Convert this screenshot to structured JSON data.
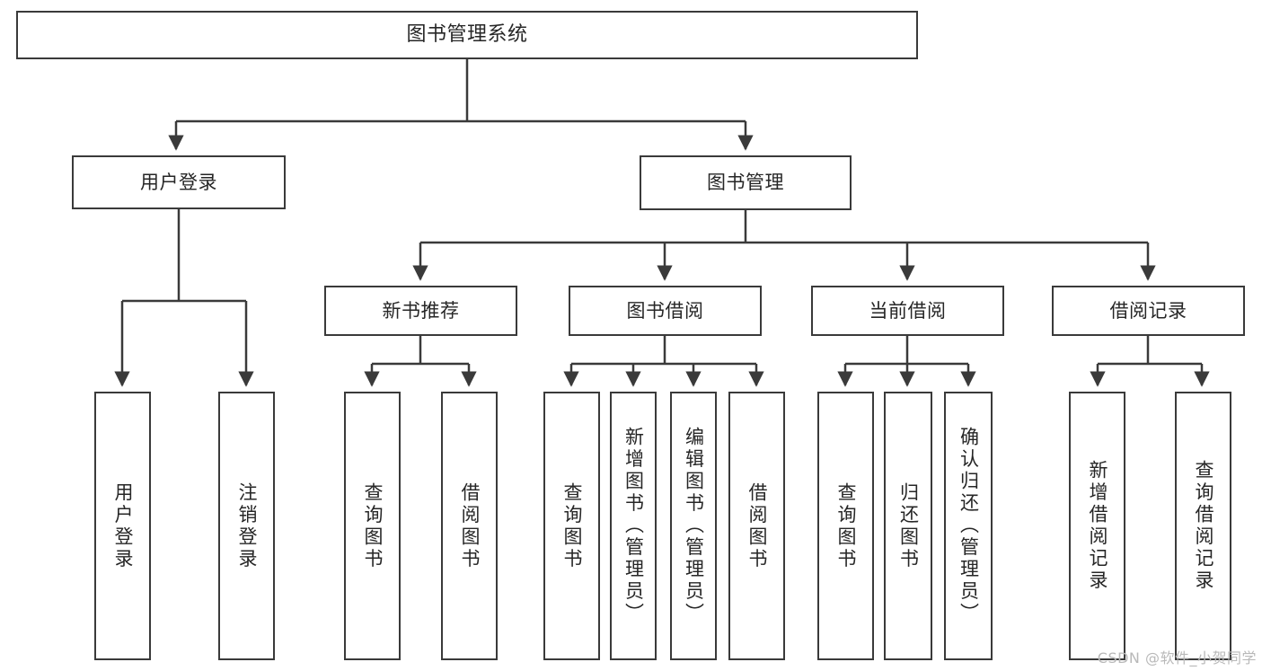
{
  "diagram": {
    "title": "图书管理系统",
    "type": "tree-hierarchy-chart",
    "root": {
      "label": "图书管理系统"
    },
    "level2": [
      {
        "label": "用户登录"
      },
      {
        "label": "图书管理"
      }
    ],
    "level3": [
      {
        "label": "新书推荐"
      },
      {
        "label": "图书借阅"
      },
      {
        "label": "当前借阅"
      },
      {
        "label": "借阅记录"
      }
    ],
    "leaves": {
      "user_login": [
        {
          "label": "用户登录"
        },
        {
          "label": "注销登录"
        }
      ],
      "new_book_recommend": [
        {
          "label": "查询图书"
        },
        {
          "label": "借阅图书"
        }
      ],
      "book_borrow": [
        {
          "label": "查询图书"
        },
        {
          "label": "新增图书（管理员）"
        },
        {
          "label": "编辑图书（管理员）"
        },
        {
          "label": "借阅图书"
        }
      ],
      "current_borrow": [
        {
          "label": "查询图书"
        },
        {
          "label": "归还图书"
        },
        {
          "label": "确认归还（管理员）"
        }
      ],
      "borrow_record": [
        {
          "label": "新增借阅记录"
        },
        {
          "label": "查询借阅记录"
        }
      ]
    }
  },
  "watermark": {
    "text": "CSDN @软件_小贺同学"
  },
  "colors": {
    "border": "#3a3a3a",
    "text": "#262626",
    "background": "#ffffff",
    "watermark": "#b9b9b9"
  }
}
